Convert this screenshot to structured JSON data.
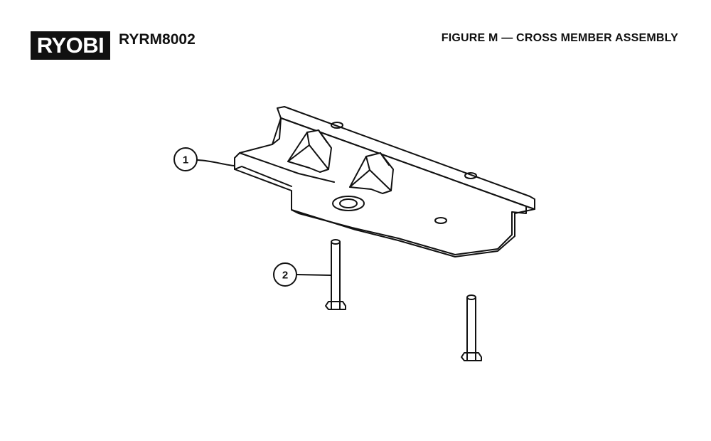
{
  "header": {
    "brand": "RYOBI",
    "model": "RYRM8002",
    "figure_title": "FIGURE M — CROSS MEMBER ASSEMBLY"
  },
  "callouts": [
    {
      "number": "1",
      "part": "cross member"
    },
    {
      "number": "2",
      "part": "bolt"
    }
  ],
  "colors": {
    "ink": "#111111",
    "background": "#ffffff"
  }
}
